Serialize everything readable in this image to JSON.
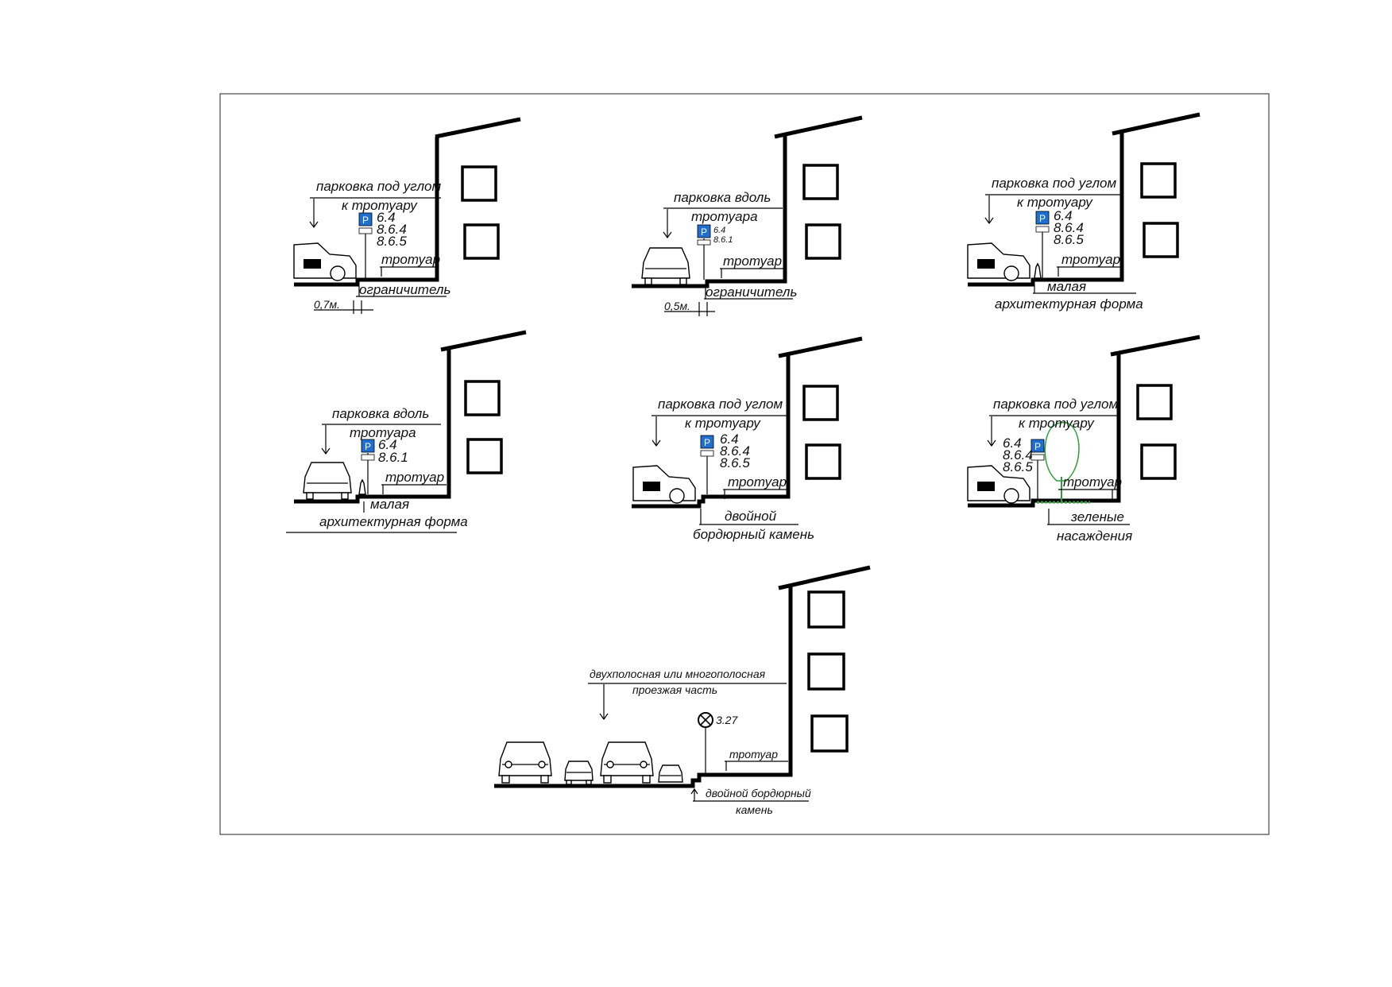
{
  "colors": {
    "sign_blue": "#1f6fd1",
    "tree_green": "#2f9e3a",
    "frame": "#555555"
  },
  "panels": [
    {
      "id": "p1",
      "title": [
        "парковка под углом",
        "к тротуару"
      ],
      "codes": [
        "6.4",
        "8.6.4",
        "8.6.5"
      ],
      "sidewalk": "тротуар",
      "feature": [
        "ограничитель"
      ],
      "dimension": "0,7м."
    },
    {
      "id": "p2",
      "title": [
        "парковка вдоль",
        "тротуара"
      ],
      "codes": [
        "6.4",
        "8.6.1"
      ],
      "sidewalk": "тротуар",
      "feature": [
        "ограничитель"
      ],
      "dimension": "0,5м."
    },
    {
      "id": "p3",
      "title": [
        "парковка под углом",
        "к тротуару"
      ],
      "codes": [
        "6.4",
        "8.6.4",
        "8.6.5"
      ],
      "sidewalk": "тротуар",
      "feature": [
        "малая",
        "архитектурная форма"
      ]
    },
    {
      "id": "p4",
      "title": [
        "парковка вдоль",
        "тротуара"
      ],
      "codes": [
        "6.4",
        "8.6.1"
      ],
      "sidewalk": "тротуар",
      "feature": [
        "малая",
        "архитектурная форма"
      ]
    },
    {
      "id": "p5",
      "title": [
        "парковка под углом",
        "к тротуару"
      ],
      "codes": [
        "6.4",
        "8.6.4",
        "8.6.5"
      ],
      "sidewalk": "тротуар",
      "feature": [
        "двойной",
        "бордюрный камень"
      ]
    },
    {
      "id": "p6",
      "title": [
        "парковка под углом",
        "к тротуару"
      ],
      "codes": [
        "6.4",
        "8.6.4",
        "8.6.5"
      ],
      "sidewalk": "тротуар",
      "feature": [
        "зеленые",
        "насаждения"
      ]
    },
    {
      "id": "p7",
      "title": [
        "двухполосная или многополосная",
        "проезжая часть"
      ],
      "codes": [
        "3.27"
      ],
      "sidewalk": "тротуар",
      "feature": [
        "двойной бордюрный",
        "камень"
      ]
    }
  ],
  "parking_sign_letter": "P"
}
